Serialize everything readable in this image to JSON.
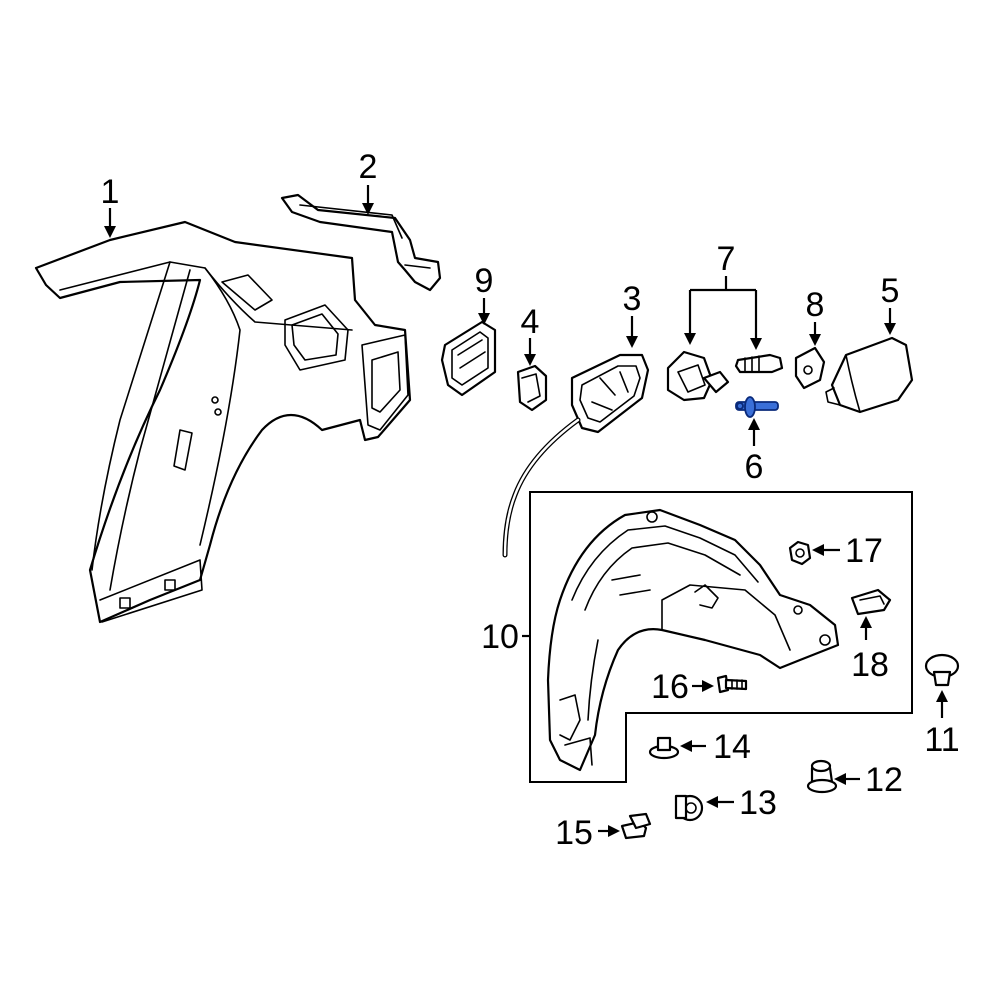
{
  "callouts": [
    {
      "id": "1",
      "label": "1"
    },
    {
      "id": "2",
      "label": "2"
    },
    {
      "id": "3",
      "label": "3"
    },
    {
      "id": "4",
      "label": "4"
    },
    {
      "id": "5",
      "label": "5"
    },
    {
      "id": "6",
      "label": "6",
      "highlighted": true
    },
    {
      "id": "7",
      "label": "7"
    },
    {
      "id": "8",
      "label": "8"
    },
    {
      "id": "9",
      "label": "9"
    },
    {
      "id": "10",
      "label": "10"
    },
    {
      "id": "11",
      "label": "11"
    },
    {
      "id": "12",
      "label": "12"
    },
    {
      "id": "13",
      "label": "13"
    },
    {
      "id": "14",
      "label": "14"
    },
    {
      "id": "15",
      "label": "15"
    },
    {
      "id": "16",
      "label": "16"
    },
    {
      "id": "17",
      "label": "17"
    },
    {
      "id": "18",
      "label": "18"
    }
  ],
  "highlight_color": "#3a6fd8"
}
